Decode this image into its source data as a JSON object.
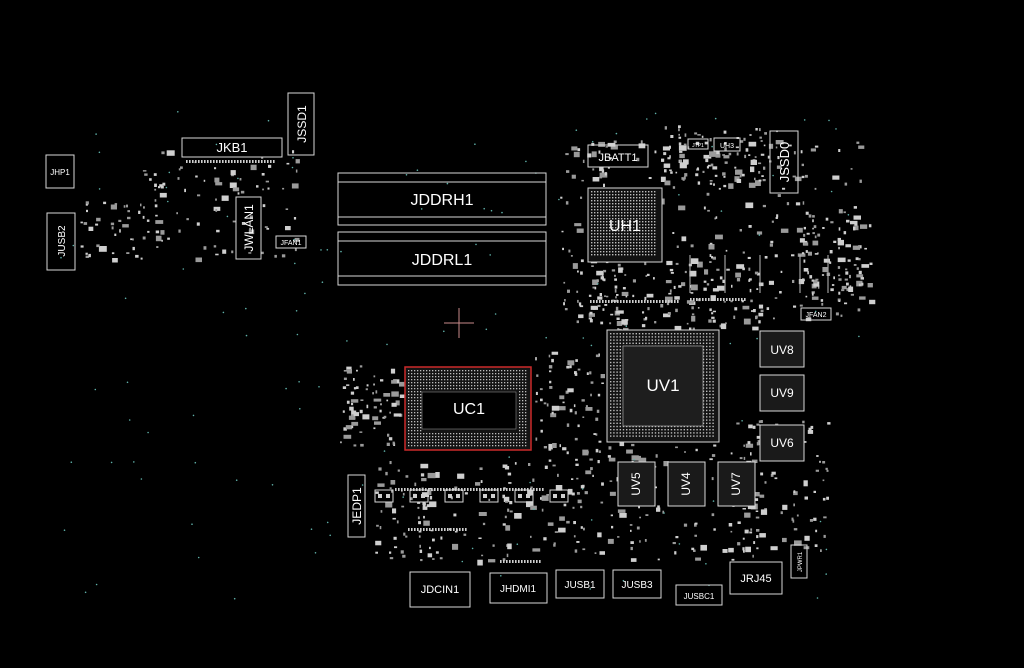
{
  "board": {
    "cross_marker": true,
    "colors": {
      "background": "#000000",
      "outline": "#d8d8d8",
      "pad": "#cfcfcf",
      "highlight": "#cc2a2a",
      "via": "#5fb0a8"
    }
  },
  "components": {
    "jhp1": "JHP1",
    "jusb2": "JUSB2",
    "jkb1": "JKB1",
    "jssd1": "JSSD1",
    "jwlan1": "JWLAN1",
    "jfan1": "JFAN1",
    "jddrh1": "JDDRH1",
    "jddrl1": "JDDRL1",
    "jbatt1": "JBATT1",
    "uh1": "UH1",
    "uh3": "UH3",
    "jtp1": "JTP1",
    "jssd0": "JSSD0",
    "jfan2": "JFAN2",
    "uv8": "UV8",
    "uv9": "UV9",
    "uv6": "UV6",
    "uv1": "UV1",
    "uc1": "UC1",
    "uv5": "UV5",
    "uv4": "UV4",
    "uv7": "UV7",
    "jedp1": "JEDP1",
    "jdcin1": "JDCIN1",
    "jhdmi1": "JHDMI1",
    "jusb1": "JUSB1",
    "jusb3": "JUSB3",
    "jusbc1": "JUSBC1",
    "jrj45": "JRJ45",
    "jpwr1": "JPWR1"
  }
}
